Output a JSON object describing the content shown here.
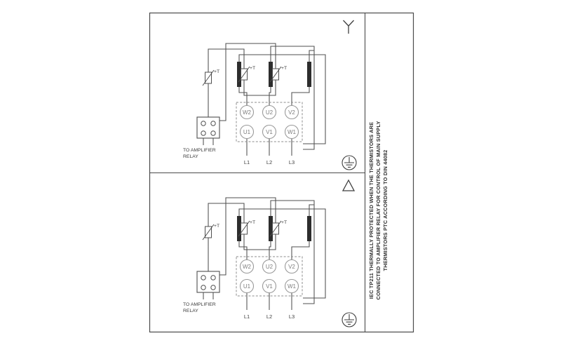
{
  "colors": {
    "background": "#ffffff",
    "line": "#4f4f4f",
    "winding_fill": "#2d2d2d",
    "terminal_gray": "#7d7d7d"
  },
  "icons": {
    "star": "star-connection-symbol",
    "delta": "delta-connection-symbol",
    "earth": "earth-ground-symbol"
  },
  "panel_star": {
    "terminals": {
      "t1": "W2",
      "t2": "U2",
      "t3": "V2",
      "b1": "U1",
      "b2": "V1",
      "b3": "W1"
    },
    "supply": {
      "l1": "L1",
      "l2": "L2",
      "l3": "L3"
    },
    "thermistor_label": "+T",
    "relay_label_line1": "TO AMPLIFIER",
    "relay_label_line2": "RELAY"
  },
  "panel_delta": {
    "terminals": {
      "t1": "W2",
      "t2": "U2",
      "t3": "V2",
      "b1": "U1",
      "b2": "V1",
      "b3": "W1"
    },
    "supply": {
      "l1": "L1",
      "l2": "L2",
      "l3": "L3"
    },
    "thermistor_label": "+T",
    "relay_label_line1": "TO AMPLIFIER",
    "relay_label_line2": "RELAY"
  },
  "side_note": {
    "line1": "IEC TP211 THERMALLY PROTECTED WHEN THE THERMISTORS ARE",
    "line2": "CONNECTED TO AMPLIFIER RELAY FOR CONTROL OF MAIN SUPPLY",
    "line3": "THERMISTORS PTC ACCORDING TO DIN 44082"
  }
}
